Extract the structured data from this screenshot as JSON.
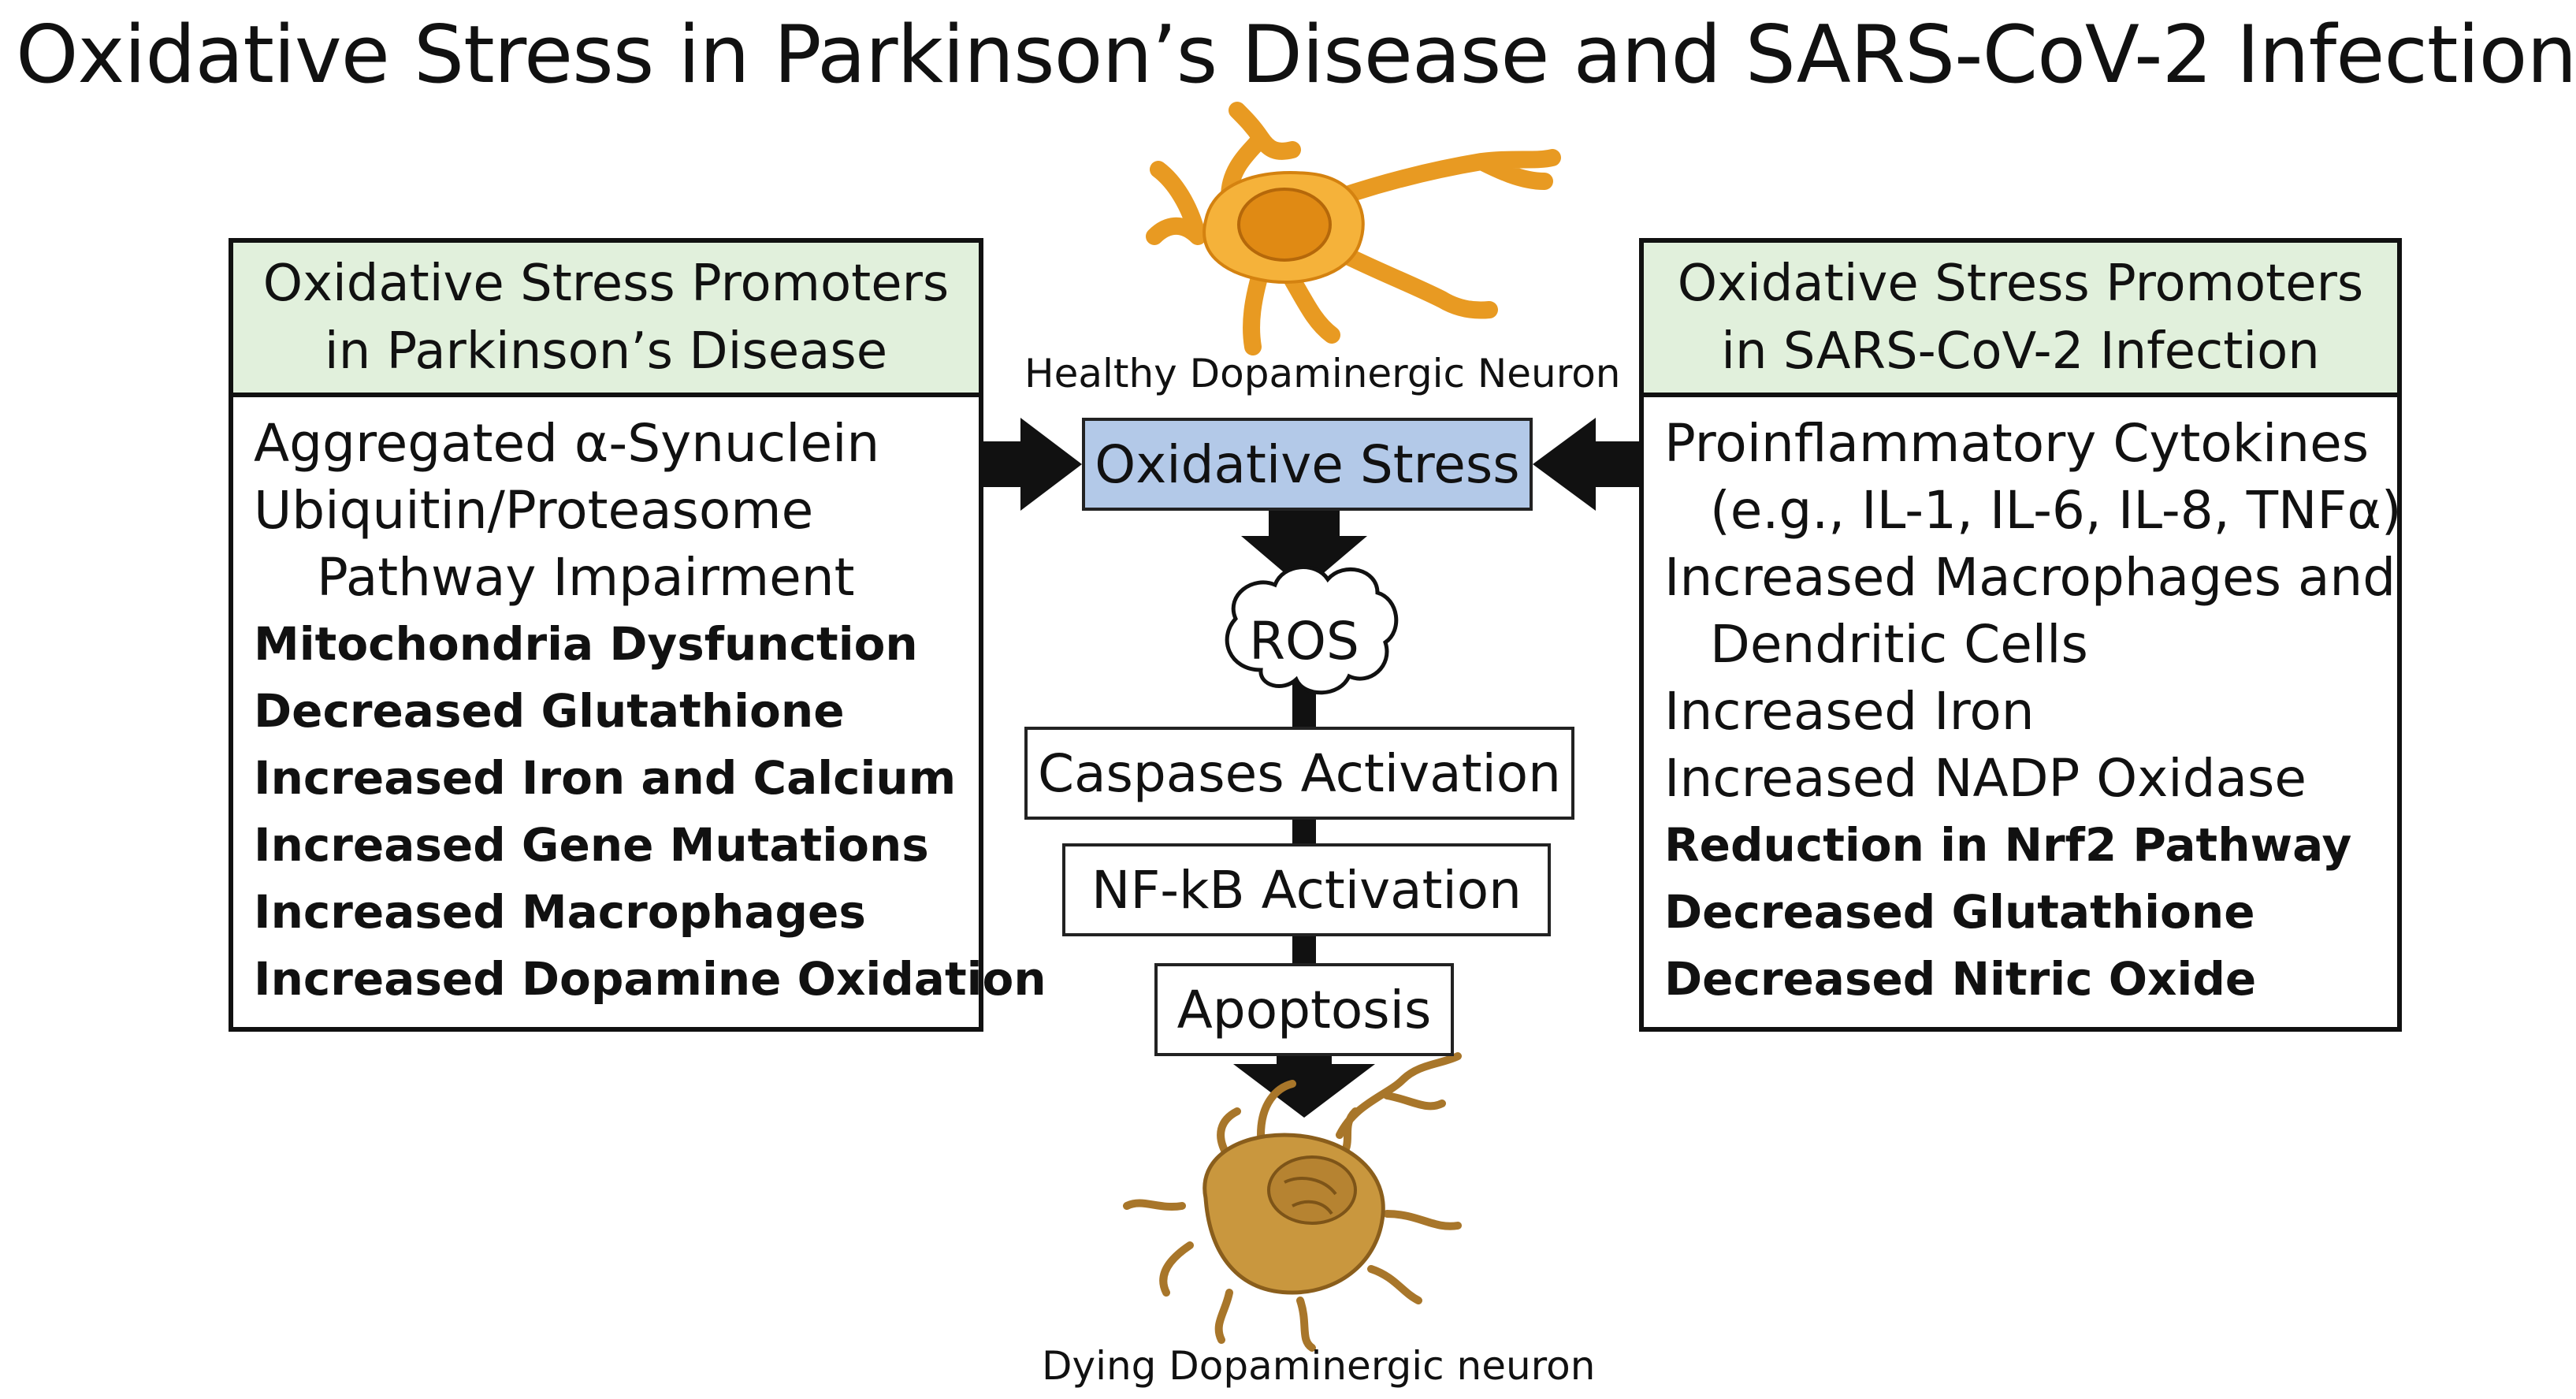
{
  "title": "Oxidative Stress in Parkinson’s Disease and SARS-CoV-2 Infection",
  "left_panel": {
    "header_line1": "Oxidative Stress Promoters",
    "header_line2": "in Parkinson’s Disease",
    "items": [
      "Aggregated α-Synuclein",
      "Ubiquitin/Proteasome",
      "Pathway Impairment",
      "Mitochondria Dysfunction",
      "Decreased Glutathione",
      "Increased Iron and Calcium",
      "Increased Gene Mutations",
      "Increased Macrophages",
      "Increased Dopamine Oxidation"
    ]
  },
  "right_panel": {
    "header_line1": "Oxidative Stress Promoters",
    "header_line2": "in SARS-CoV-2 Infection",
    "items": [
      "Proinflammatory Cytokines",
      "(e.g., IL-1, IL-6, IL-8, TNFα)",
      "Increased Macrophages and",
      "Dendritic Cells",
      "Increased Iron",
      "Increased NADP Oxidase",
      "Reduction in Nrf2 Pathway",
      "Decreased Glutathione",
      "Decreased Nitric Oxide"
    ]
  },
  "center": {
    "healthy_caption": "Healthy Dopaminergic Neuron",
    "oxidative_stress": "Oxidative Stress",
    "ros": "ROS",
    "caspases": "Caspases Activation",
    "nfkb": "NF-kB Activation",
    "apoptosis": "Apoptosis",
    "dying_caption": "Dying Dopaminergic neuron"
  },
  "colors": {
    "header_fill": "#e1f0dc",
    "stress_fill": "#b3c9e8",
    "healthy_neuron": "#f5b23a",
    "healthy_nucleus": "#e08a14",
    "dying_neuron": "#c9973e"
  },
  "icons": {
    "healthy_neuron": "healthy-neuron-icon",
    "dying_neuron": "dying-neuron-icon",
    "ros_cloud": "ros-cloud-icon"
  }
}
